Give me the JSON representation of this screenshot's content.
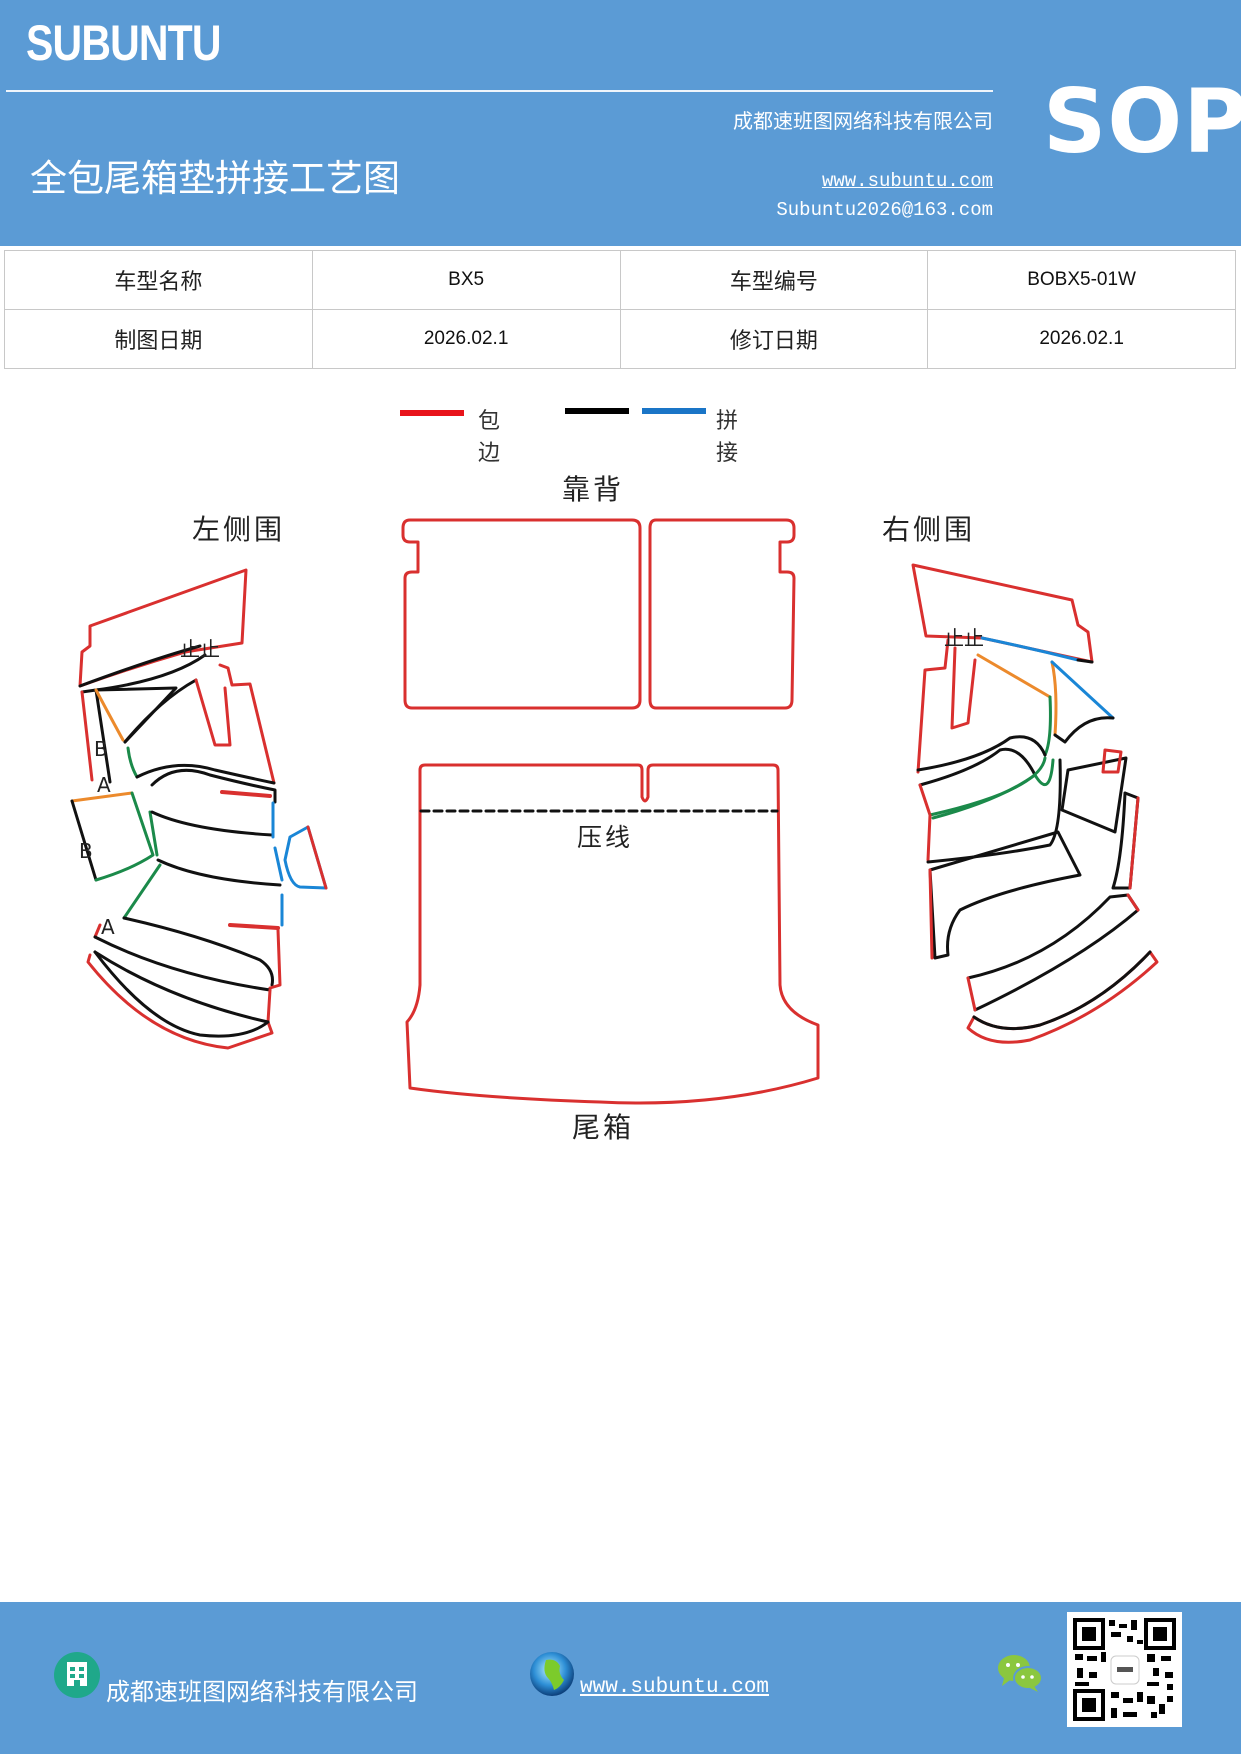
{
  "header": {
    "brand": "SUBUNTU",
    "title": "全包尾箱垫拼接工艺图",
    "company": "成都速班图网络科技有限公司",
    "website": "www.subuntu.com",
    "email": "Subuntu2026@163.com",
    "badge": "SOP",
    "background_color": "#5b9bd5"
  },
  "info_table": {
    "rows": [
      {
        "label1": "车型名称",
        "value1": "BX5",
        "label2": "车型编号",
        "value2": "BOBX5-01W"
      },
      {
        "label1": "制图日期",
        "value1": "2026.02.1",
        "label2": "修订日期",
        "value2": "2026.02.1"
      }
    ]
  },
  "legend": {
    "items": [
      {
        "label": "包边",
        "color": "#e8141b"
      },
      {
        "label": "",
        "color": "#000000"
      },
      {
        "label": "拼接",
        "color": "#1a75c7"
      }
    ]
  },
  "diagram": {
    "labels": {
      "backrest": "靠背",
      "left_side": "左侧围",
      "right_side": "右侧围",
      "press_line": "压线",
      "trunk": "尾箱"
    },
    "markers": {
      "a": "A",
      "b": "B",
      "stop": "止止"
    },
    "colors": {
      "edge": "#d9302f",
      "seam_black": "#111111",
      "seam_blue": "#1a86d6",
      "orange": "#ec8a2c",
      "green": "#1b8a4a"
    }
  },
  "footer": {
    "company": "成都速班图网络科技有限公司",
    "website": "www.subuntu.com"
  }
}
